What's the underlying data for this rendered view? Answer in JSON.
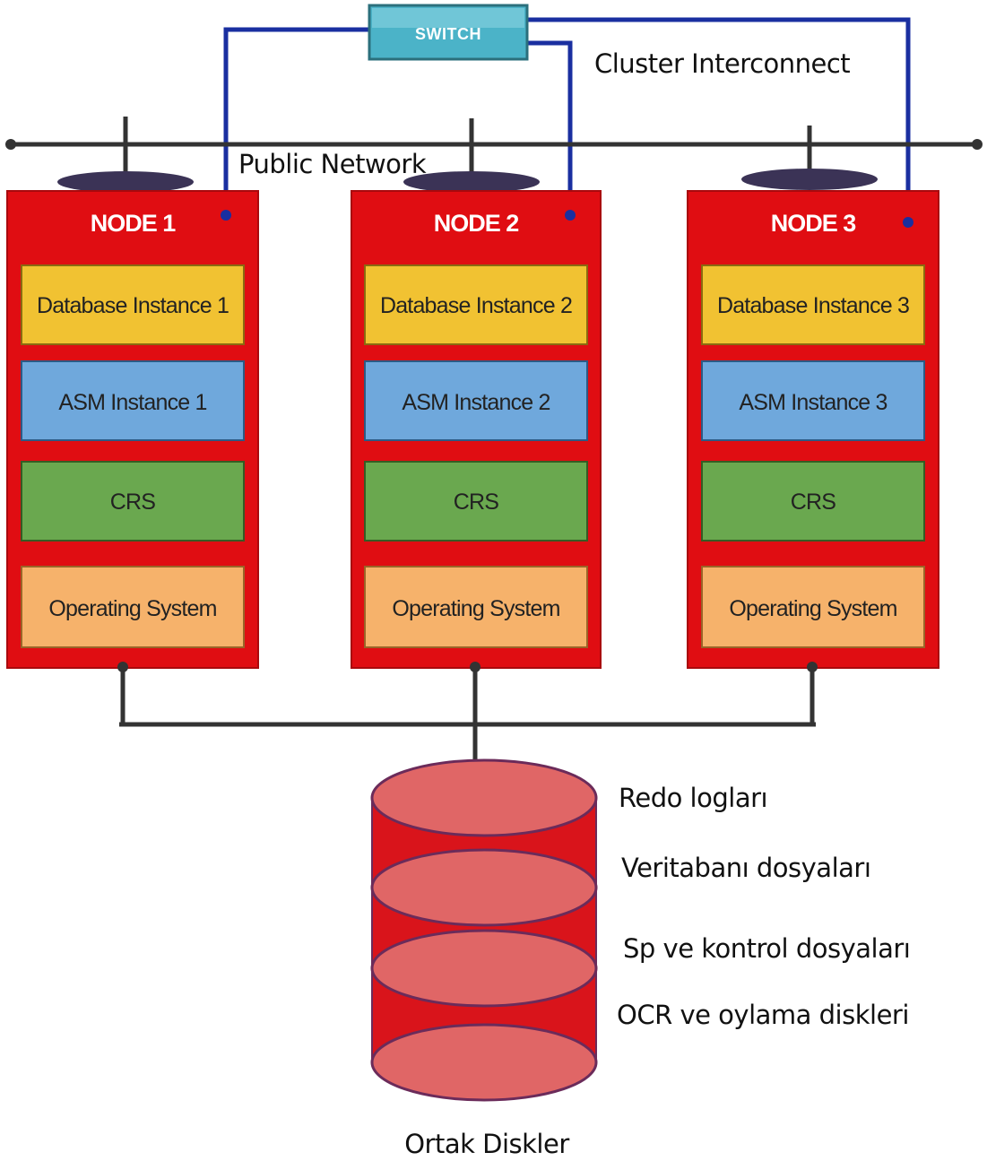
{
  "switch": {
    "label": "SWITCH"
  },
  "cluster_interconnect_label": "Cluster Interconnect",
  "public_network_label": "Public Network",
  "nodes": [
    {
      "title": "NODE 1",
      "database": "Database Instance 1",
      "asm": "ASM Instance 1",
      "crs": "CRS",
      "os": "Operating System"
    },
    {
      "title": "NODE 2",
      "database": "Database Instance 2",
      "asm": "ASM Instance 2",
      "crs": "CRS",
      "os": "Operating System"
    },
    {
      "title": "NODE 3",
      "database": "Database Instance 3",
      "asm": "ASM Instance 3",
      "crs": "CRS",
      "os": "Operating System"
    }
  ],
  "disk_labels": [
    "Redo logları",
    "Veritabanı dosyaları",
    "Sp ve kontrol dosyaları",
    "OCR ve oylama diskleri"
  ],
  "disk_caption": "Ortak Diskler",
  "colors": {
    "node_red": "#e00d12",
    "database_yellow": "#f1c232",
    "asm_blue": "#6fa8dc",
    "crs_green": "#6aa84f",
    "os_orange": "#f6b26b",
    "interconnect_blue": "#1a2fa0",
    "switch_teal": "#4bb3c8",
    "disk_top": "#e06666",
    "disk_body": "#d9141b"
  }
}
